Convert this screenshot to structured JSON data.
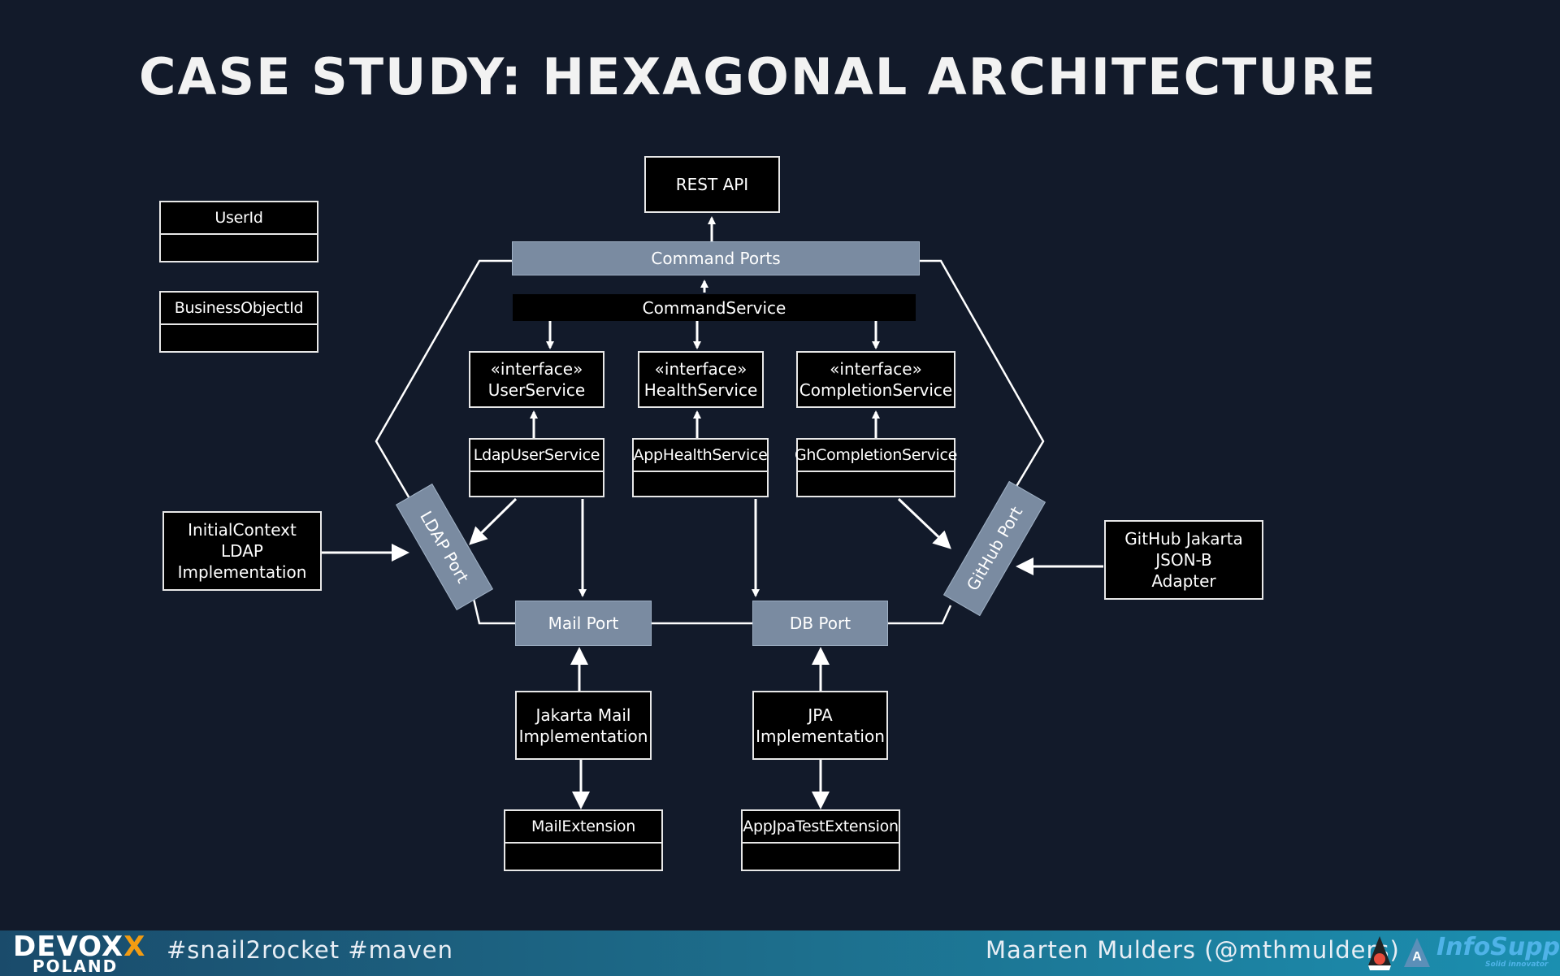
{
  "title": "CASE STUDY: HEXAGONAL ARCHITECTURE",
  "diagram": {
    "rest_api": "REST API",
    "command_ports": "Command Ports",
    "command_service": "CommandService",
    "user_service": "«interface»\nUserService",
    "health_service": "«interface»\nHealthService",
    "completion_service": "«interface»\nCompletionService",
    "ldap_user_service": "LdapUserService",
    "app_health_service": "AppHealthService",
    "gh_completion_service": "GhCompletionService",
    "ldap_port": "LDAP Port",
    "github_port": "GitHub Port",
    "mail_port": "Mail Port",
    "db_port": "DB Port",
    "initial_context": "InitialContext\nLDAP\nImplementation",
    "github_adapter": "GitHub Jakarta\nJSON-B\nAdapter",
    "jakarta_mail": "Jakarta Mail\nImplementation",
    "jpa_impl": "JPA\nImplementation",
    "mail_extension": "MailExtension",
    "app_jpa_test_extension": "AppJpaTestExtension",
    "user_id": "UserId",
    "business_object_id": "BusinessObjectId"
  },
  "footer": {
    "devoxx": "DEVOXX",
    "poland": "POLAND",
    "hashtags": "#snail2rocket #maven",
    "speaker": "Maarten Mulders (@mthmulders)",
    "infosupport": "InfoSupport",
    "infosupport_tag": "Solid innovator"
  },
  "colors": {
    "background": "#121a2a",
    "port": "#7a8ba1",
    "accent": "#f39c12"
  }
}
